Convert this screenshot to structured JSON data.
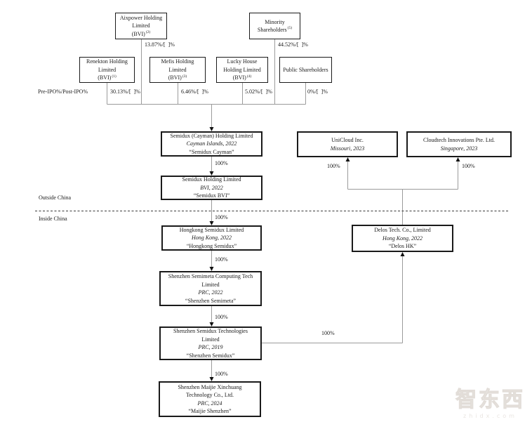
{
  "labels": {
    "pre_post": "Pre-IPO%/Post-IPO%",
    "outside_china": "Outside China",
    "inside_china": "Inside China"
  },
  "percentages": {
    "aixpower": "13.87%/[  ]%",
    "minority": "44.52%/[  ]%",
    "renekton": "30.13%/[  ]%",
    "mefis": "6.46%/[  ]%",
    "luckyhouse": "5.02%/[  ]%",
    "public": "0%/[  ]%",
    "full": "100%"
  },
  "nodes": {
    "aixpower": {
      "l1": "Aixpower Holding",
      "l2": "Limited",
      "l3": "(BVI)",
      "sup": "(2)"
    },
    "minority": {
      "l1": "Minority",
      "l2": "Shareholders",
      "sup": "(5)"
    },
    "renekton": {
      "l1": "Renekton Holding",
      "l2": "Limited",
      "l3": "(BVI)",
      "sup": "(1)"
    },
    "mefis": {
      "l1": "Mefis Holding",
      "l2": "Limited",
      "l3": "(BVI)",
      "sup": "(3)"
    },
    "luckyhouse": {
      "l1": "Lucky House",
      "l2": "Holding Limited",
      "l3": "(BVI)",
      "sup": "(4)"
    },
    "public": {
      "l1": "Public Shareholders"
    },
    "cayman": {
      "l1": "Semidux (Cayman) Holding Limited",
      "l2": "Cayman Islands, 2022",
      "l3": "“Semidux Cayman”"
    },
    "bvi": {
      "l1": "Semidux Holding Limited",
      "l2": "BVI, 2022",
      "l3": "“Semidux BVI”"
    },
    "hongkong": {
      "l1": "Hongkong Semidux Limited",
      "l2": "Hong Kong, 2022",
      "l3": "“Hongkong Semidux”"
    },
    "semimeta": {
      "l1": "Shenzhen Semimeta Computing Tech",
      "l2": "Limited",
      "l3": "PRC, 2022",
      "l4": "“Shenzhen Semimeta”"
    },
    "semidux_tech": {
      "l1": "Shenzhen Semidux Technologies",
      "l2": "Limited",
      "l3": "PRC, 2019",
      "l4": "“Shenzhen Semidux”"
    },
    "maijie": {
      "l1": "Shenzhen Maijie Xinchuang",
      "l2": "Technology Co., Ltd.",
      "l3": "PRC, 2024",
      "l4": "“Maijie Shenzhen”"
    },
    "unicloud": {
      "l1": "UniCloud Inc.",
      "l2": "Missouri, 2023"
    },
    "cloudtech": {
      "l1": "Cloudtech Innovations Pte. Ltd.",
      "l2": "Singapore, 2023"
    },
    "delos": {
      "l1": "Delos Tech. Co., Limited",
      "l2": "Hong Kong, 2022",
      "l3": "“Delos HK”"
    }
  },
  "watermark": {
    "text": "智东西",
    "sub": "zhidx.com"
  }
}
